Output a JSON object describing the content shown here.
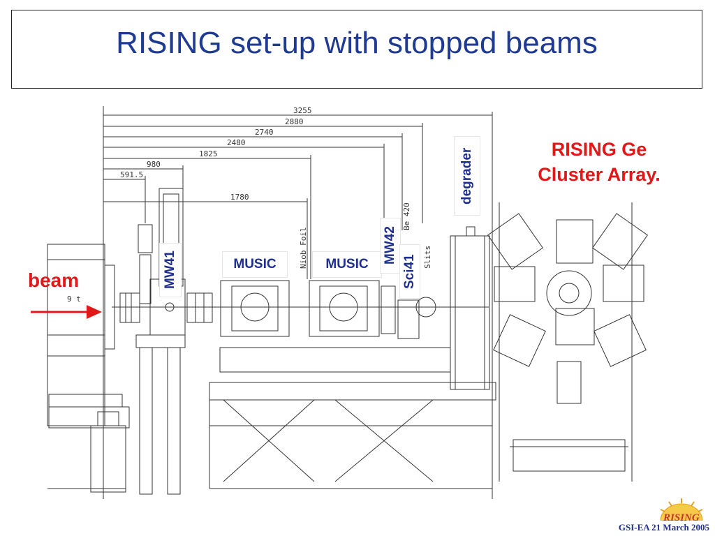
{
  "title": "RISING set-up with stopped beams",
  "dimensions": [
    "3255",
    "2880",
    "2740",
    "2480",
    "1825",
    "980",
    "591.5",
    "1780"
  ],
  "drawing_annotations": [
    "Niob Foil",
    "Slits",
    "Be 420",
    "9 t"
  ],
  "labels": {
    "mw41": "MW41",
    "music1": "MUSIC",
    "music2": "MUSIC",
    "mw42": "MW42",
    "sci41": "Sci41",
    "degrader": "degrader",
    "beam": "beam"
  },
  "rising_array": {
    "line1": "RISING Ge",
    "line2": "Cluster Array."
  },
  "footer": "GSI-EA 21 March 2005",
  "logo_text": "RISING",
  "colors": {
    "title": "#1f3a93",
    "label": "#1e2f8f",
    "beam": "#e01818",
    "line": "#333333"
  }
}
